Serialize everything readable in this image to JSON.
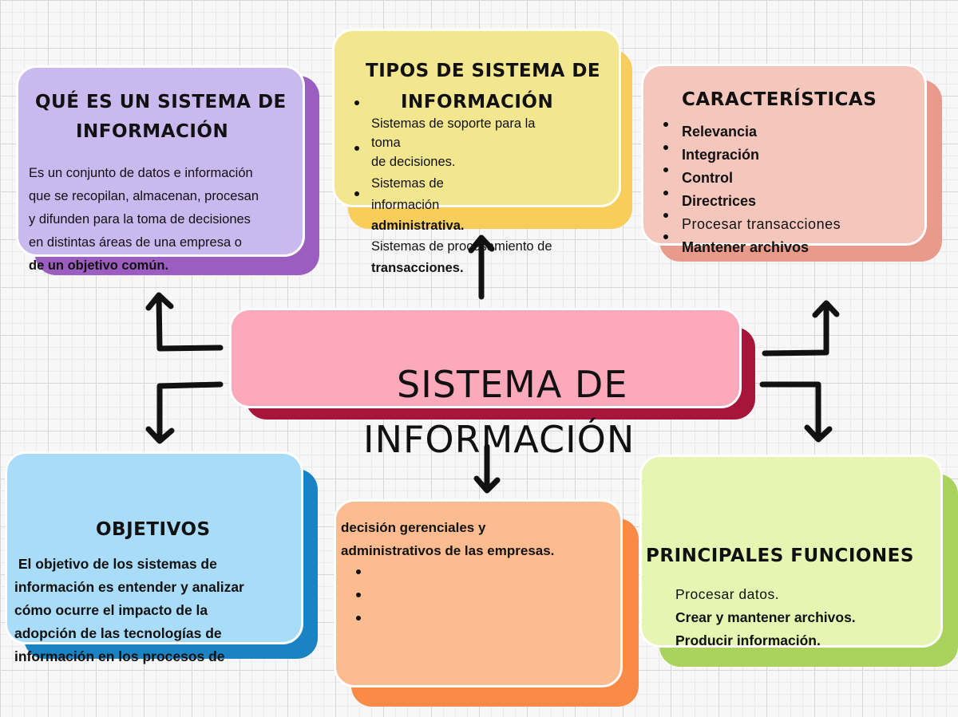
{
  "center": {
    "line1": "SISTEMA DE",
    "line2": "INFORMACIÓN",
    "color": "#fba9bb",
    "shadow": "#a8153a"
  },
  "que_es": {
    "title1": "QUÉ ES UN SISTEMA DE",
    "title2": "INFORMACIÓN",
    "lines": [
      "Es un conjunto de datos e información",
      "que se recopilan, almacenan, procesan",
      "y difunden para la toma de decisiones",
      "en distintas áreas de una empresa o",
      "de un objetivo común."
    ],
    "color": "#c9b9ef",
    "shadow": "#9b5dc0"
  },
  "tipos": {
    "title1": "TIPOS DE SISTEMA DE",
    "title2": "INFORMACIÓN",
    "lines": [
      "Sistemas de soporte para la",
      "toma",
      "de decisiones.",
      "Sistemas de",
      "información",
      "administrativa.",
      "Sistemas de procesamiento de",
      "transacciones."
    ],
    "color": "#f2e68f",
    "shadow": "#f8cd5a"
  },
  "caracteristicas": {
    "title": "CARACTERÍSTICAS",
    "items": [
      "Relevancia",
      "Integración",
      "Control",
      "Directrices",
      "Procesar transacciones",
      "Mantener archivos"
    ],
    "color": "#f5c6bc",
    "shadow": "#e99b8b"
  },
  "objetivos": {
    "title": "OBJETIVOS",
    "lines": [
      " El objetivo de los sistemas de",
      "información es entender y analizar",
      "cómo ocurre el impacto de la",
      "adopción de las tecnologías de",
      "información en los procesos de"
    ],
    "color": "#a9dcf9",
    "shadow": "#1b83c4"
  },
  "continuacion": {
    "lines": [
      "decisión gerenciales y",
      "administrativos de las empresas."
    ],
    "color": "#fdbc90",
    "shadow": "#f98a48"
  },
  "funciones": {
    "title": "PRINCIPALES FUNCIONES",
    "lines": [
      "Procesar datos.",
      "Crear y mantener archivos.",
      "Producir información."
    ],
    "color": "#e6f5b2",
    "shadow": "#a9d35d"
  }
}
